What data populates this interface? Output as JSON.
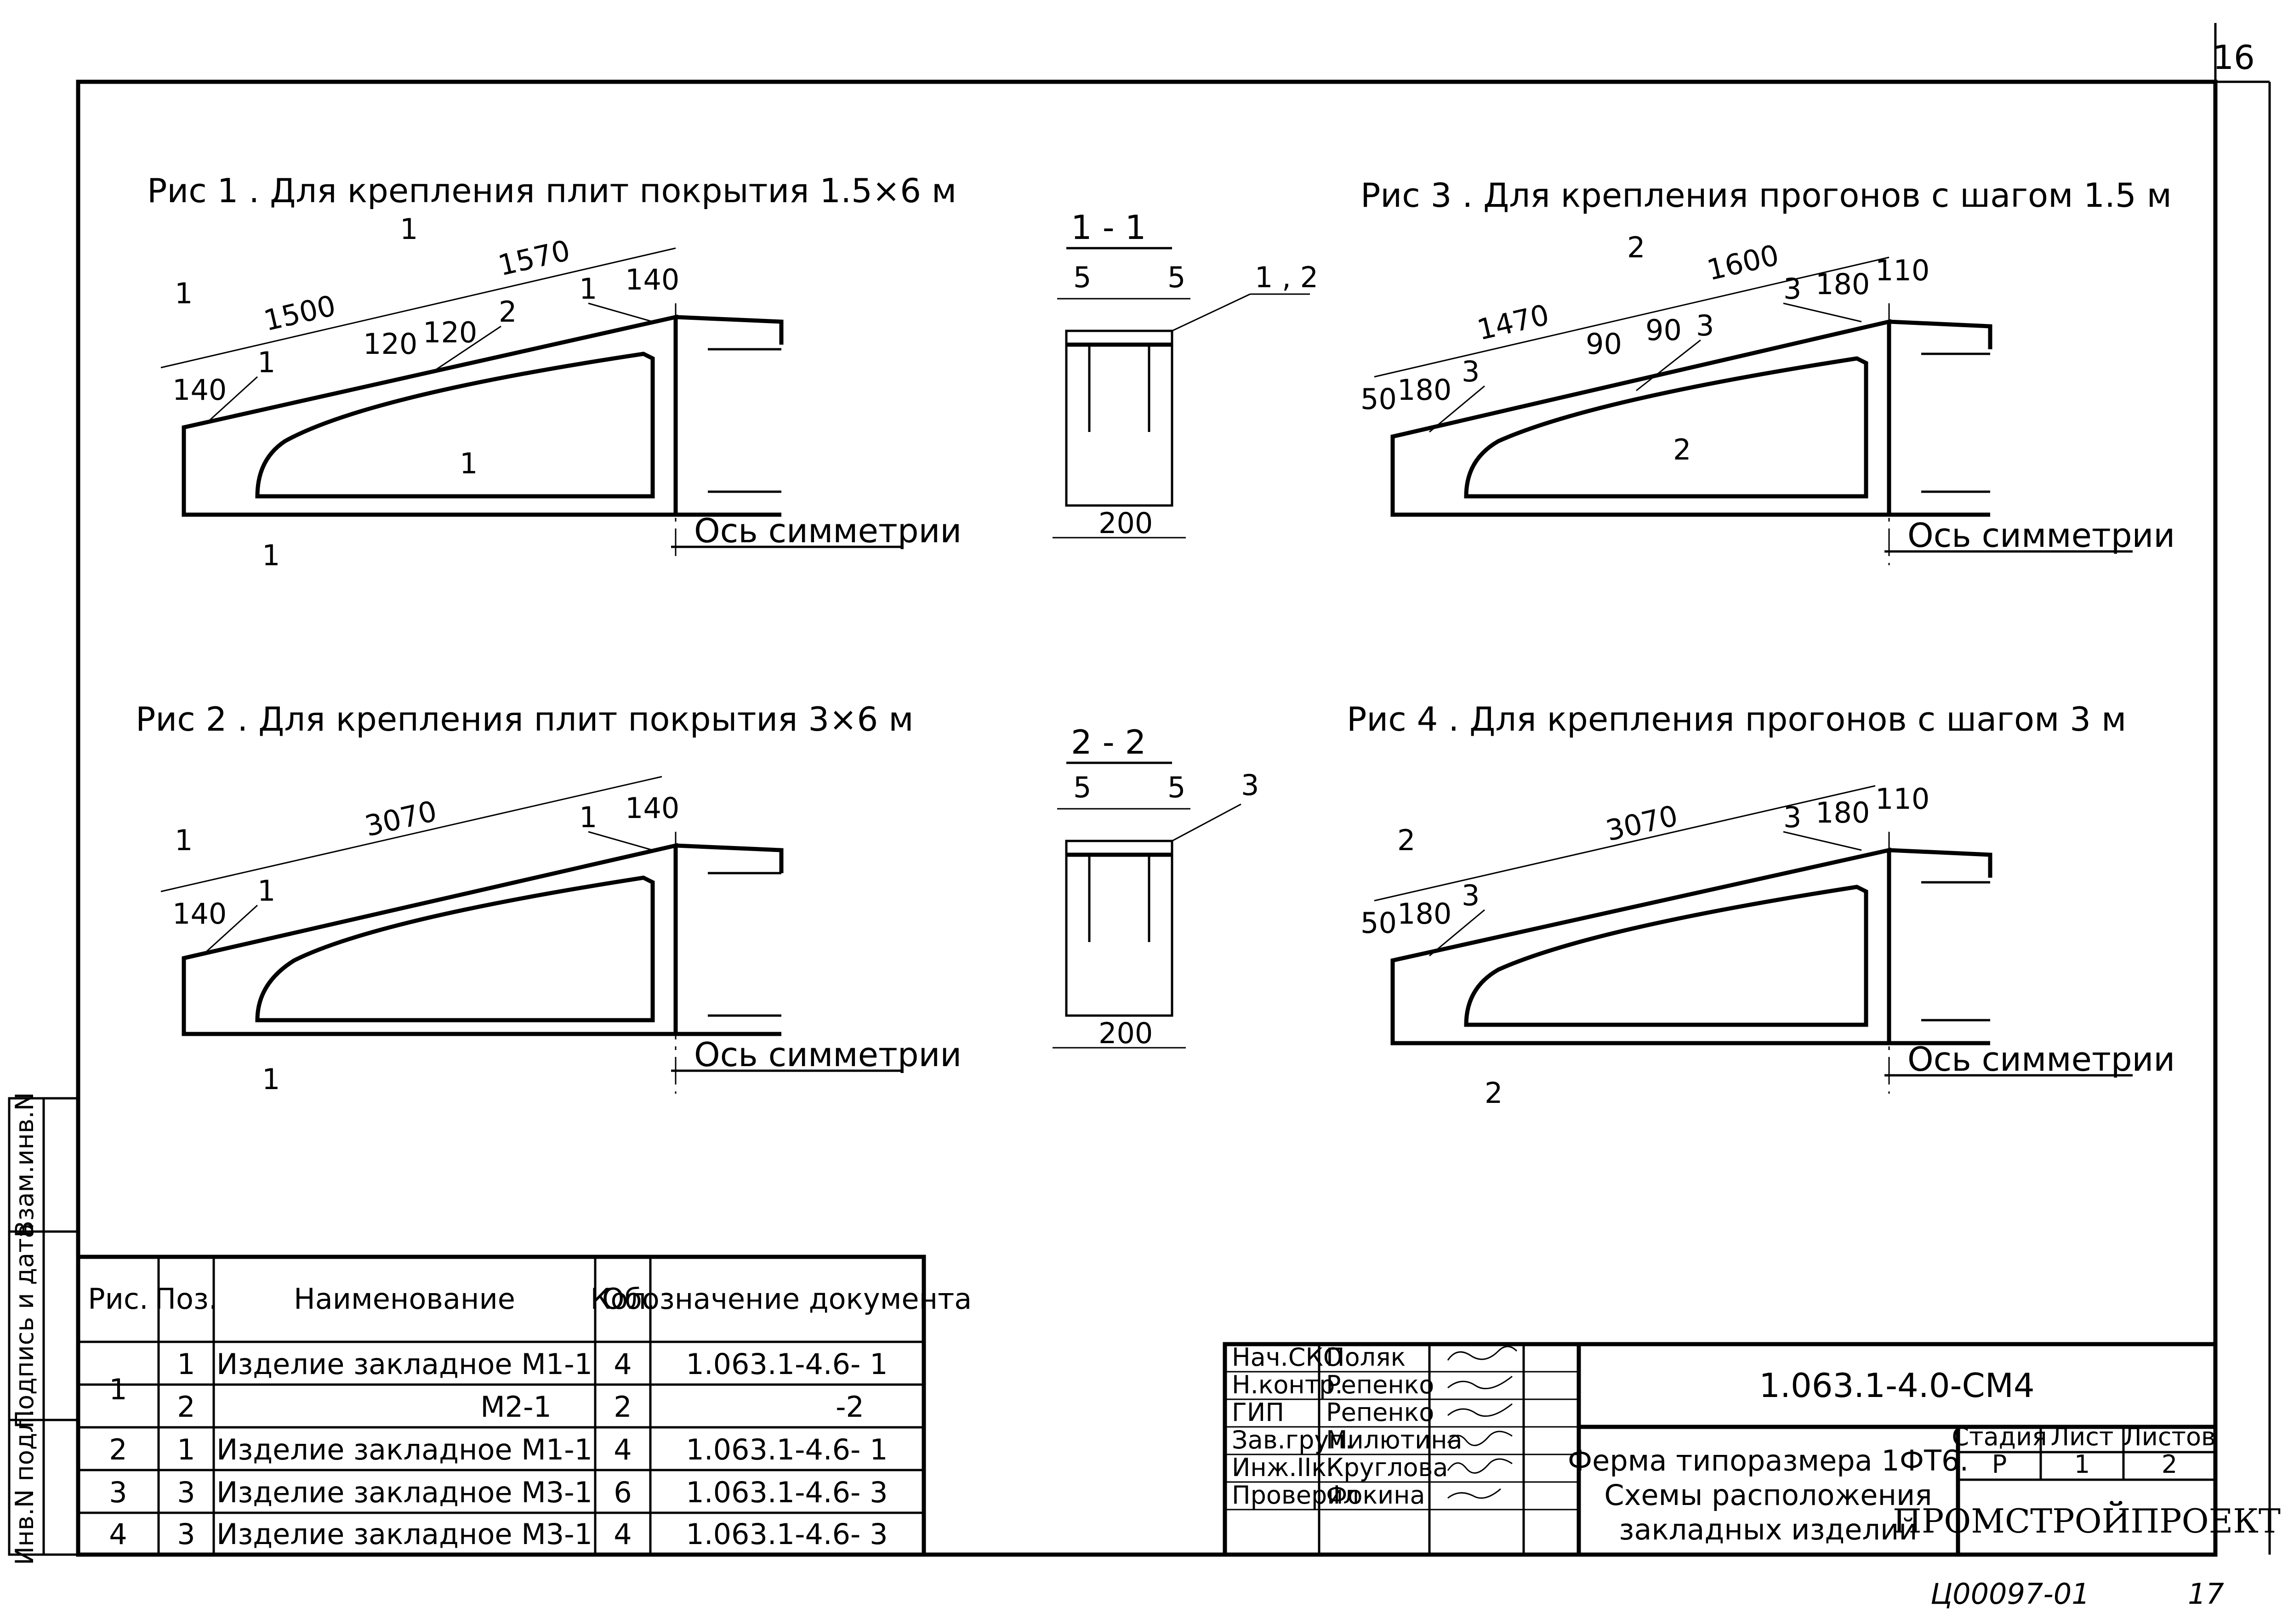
{
  "page": {
    "sheet_number_top": "16",
    "archive_number": "Ц00097-01",
    "page_number_bottom": "17"
  },
  "side_stamp": {
    "cell_1": "Взам.инв.N",
    "cell_2": "Подпись и дата",
    "cell_3": "Инв.N подл."
  },
  "figures": {
    "fig1": {
      "title": "Рис 1 . Для крепления плит покрытия 1.5×6 м",
      "dims": [
        "1570",
        "1500",
        "140",
        "120",
        "120",
        "140"
      ],
      "positions": [
        "1",
        "1",
        "2"
      ],
      "section_marks": [
        "1",
        "1",
        "1",
        "1"
      ],
      "axis_label": "Ось симметрии"
    },
    "fig2": {
      "title": "Рис 2 . Для крепления плит покрытия 3×6 м",
      "dims": [
        "3070",
        "140",
        "140"
      ],
      "positions": [
        "1",
        "1"
      ],
      "section_marks": [
        "1",
        "1"
      ],
      "axis_label": "Ось симметрии"
    },
    "fig3": {
      "title": "Рис 3 . Для крепления прогонов с шагом 1.5 м",
      "dims": [
        "1600",
        "1470",
        "90",
        "90",
        "180",
        "110",
        "50",
        "180"
      ],
      "positions": [
        "3",
        "3",
        "3"
      ],
      "section_marks": [
        "2",
        "2"
      ],
      "axis_label": "Ось симметрии"
    },
    "fig4": {
      "title": "Рис 4 . Для крепления прогонов с шагом 3 м",
      "dims": [
        "3070",
        "180",
        "110",
        "50",
        "180"
      ],
      "positions": [
        "3",
        "3"
      ],
      "section_marks": [
        "2",
        "2"
      ],
      "axis_label": "Ось симметрии"
    }
  },
  "sections": {
    "s11": {
      "title": "1 - 1",
      "dim_left": "5",
      "dim_right": "5",
      "width": "200",
      "position": "1 , 2"
    },
    "s22": {
      "title": "2 - 2",
      "dim_left": "5",
      "dim_right": "5",
      "width": "200",
      "position": "3"
    }
  },
  "spec_table": {
    "headers": [
      "Рис.",
      "Поз.",
      "Наименование",
      "Кол.",
      "Обозначение документа"
    ],
    "rows": [
      {
        "fig": "1",
        "pos": "1",
        "name": "Изделие закладное М1-1",
        "qty": "4",
        "doc": "1.063.1-4.6- 1"
      },
      {
        "fig": "",
        "pos": "2",
        "name": "М2-1",
        "qty": "2",
        "doc": "-2"
      },
      {
        "fig": "2",
        "pos": "1",
        "name": "Изделие закладное М1-1",
        "qty": "4",
        "doc": "1.063.1-4.6- 1"
      },
      {
        "fig": "3",
        "pos": "3",
        "name": "Изделие закладное М3-1",
        "qty": "6",
        "doc": "1.063.1-4.6- 3"
      },
      {
        "fig": "4",
        "pos": "3",
        "name": "Изделие закладное М3-1",
        "qty": "4",
        "doc": "1.063.1-4.6- 3"
      }
    ]
  },
  "title_block": {
    "designation": "1.063.1-4.0-СМ4",
    "title_line1": "Ферма типоразмера 1ФТ6.",
    "title_line2": "Схемы расположения",
    "title_line3": "закладных изделий",
    "stage_label": "Стадия",
    "sheet_label": "Лист",
    "sheets_label": "Листов",
    "stage": "Р",
    "sheet": "1",
    "sheets": "2",
    "organization": "ПРОМСТРОЙПРОЕКТ",
    "signers": [
      {
        "role": "Нач.СКО",
        "name": "Поляк"
      },
      {
        "role": "Н.контр.",
        "name": "Репенко"
      },
      {
        "role": "ГИП",
        "name": "Репенко"
      },
      {
        "role": "Зав.груп.",
        "name": "Милютина"
      },
      {
        "role": "Инж.IIк.",
        "name": "Круглова"
      },
      {
        "role": "Проверил",
        "name": "Фокина"
      }
    ]
  }
}
